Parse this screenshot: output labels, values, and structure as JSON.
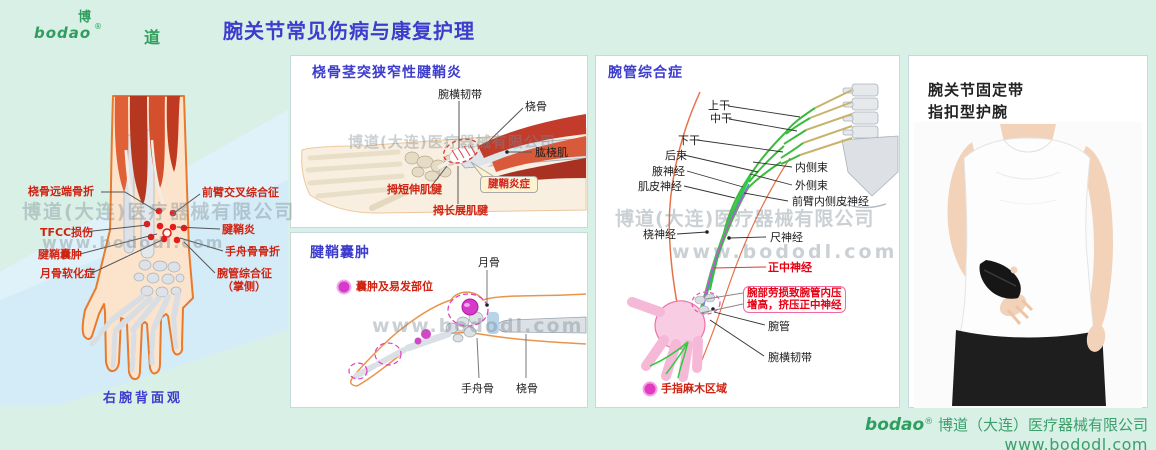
{
  "header": {
    "logo": {
      "char_top": "博",
      "char_right": "道",
      "text": "bodao",
      "reg": "®"
    },
    "title": "腕关节常见伤病与康复护理"
  },
  "left_diagram": {
    "caption": "右腕背面观",
    "labels": {
      "distal_radius_fracture": "桡骨远端骨折",
      "forearm_cross_syndrome": "前臂交叉综合征",
      "tfcc_injury": "TFCC损伤",
      "tenosynovitis": "腱鞘炎",
      "ganglion_cyst": "腱鞘囊肿",
      "scaphoid_fracture": "手舟骨骨折",
      "lunate_malacia": "月骨软化症",
      "carpal_tunnel": "腕管综合征",
      "carpal_tunnel_note": "（掌侧）"
    }
  },
  "panel_stenosing_tenosynovitis": {
    "title": "桡骨茎突狭窄性腱鞘炎",
    "labels": {
      "transverse_ligament": "腕横韧带",
      "radius": "桡骨",
      "brachioradialis": "肱桡肌",
      "epb_tendon": "拇短伸肌腱",
      "apl_tendon": "拇长展肌腱",
      "inflammation": "腱鞘炎症"
    }
  },
  "panel_ganglion": {
    "title": "腱鞘囊肿",
    "legend": "囊肿及易发部位",
    "labels": {
      "lunate": "月骨",
      "scaphoid": "手舟骨",
      "radius": "桡骨"
    }
  },
  "panel_carpal_tunnel": {
    "title": "腕管综合症",
    "labels": {
      "upper_trunk": "上干",
      "middle_trunk": "中干",
      "lower_trunk": "下干",
      "posterior_cord": "后束",
      "axillary_nerve": "腋神经",
      "musculocutaneous_nerve": "肌皮神经",
      "radial_nerve": "桡神经",
      "medial_cord": "内侧束",
      "lateral_cord": "外侧束",
      "medial_antebrachial_cutaneous_nerve": "前臂内侧皮神经",
      "ulnar_nerve": "尺神经",
      "median_nerve": "正中神经",
      "carpal_canal": "腕管",
      "transverse_ligament": "腕横韧带"
    },
    "callout": {
      "line1": "腕部劳损致腕管内压",
      "line2": "增高，挤压正中神经"
    },
    "legend": "手指麻木区域"
  },
  "panel_product": {
    "title_line1": "腕关节固定带",
    "title_line2": "指扣型护腕"
  },
  "footer": {
    "logo": "bodao",
    "reg": "®",
    "company": "博道（大连）医疗器械有限公司",
    "website": "www.bododl.com"
  },
  "watermark": {
    "company": "博道(大连)医疗器械有限公司",
    "website": "www.bododl.com"
  },
  "colors": {
    "background": "#d9f0e7",
    "title_blue": "#3c3ccd",
    "label_red": "#cf2211",
    "brand_green": "#2f9e5e",
    "magenta": "#d63ac8",
    "callout_pink": "#f06a9e"
  }
}
